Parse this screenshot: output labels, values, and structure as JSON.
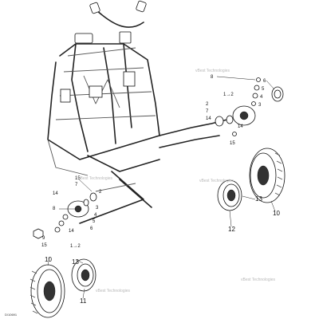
{
  "watermark": {
    "text": "vBest Technologies"
  },
  "drawing_code": "D/10691",
  "callouts": {
    "r6": "6",
    "r5": "5",
    "r4": "4",
    "r3": "3",
    "r8": "8",
    "r1to2": "1→2",
    "r2": "2",
    "r7": "7",
    "r14a": "14",
    "r14b": "14",
    "r15": "15",
    "r13": "13",
    "r10": "10",
    "r12": "12",
    "l15": "15",
    "l7": "7",
    "l14a": "14",
    "l2": "2",
    "l8": "8",
    "l3": "3",
    "l4": "4",
    "l5": "5",
    "l6": "6",
    "l14b": "14",
    "l9": "9",
    "l15b": "15",
    "l1to2": "1→2",
    "l10": "10",
    "l13": "13",
    "l11": "11"
  }
}
